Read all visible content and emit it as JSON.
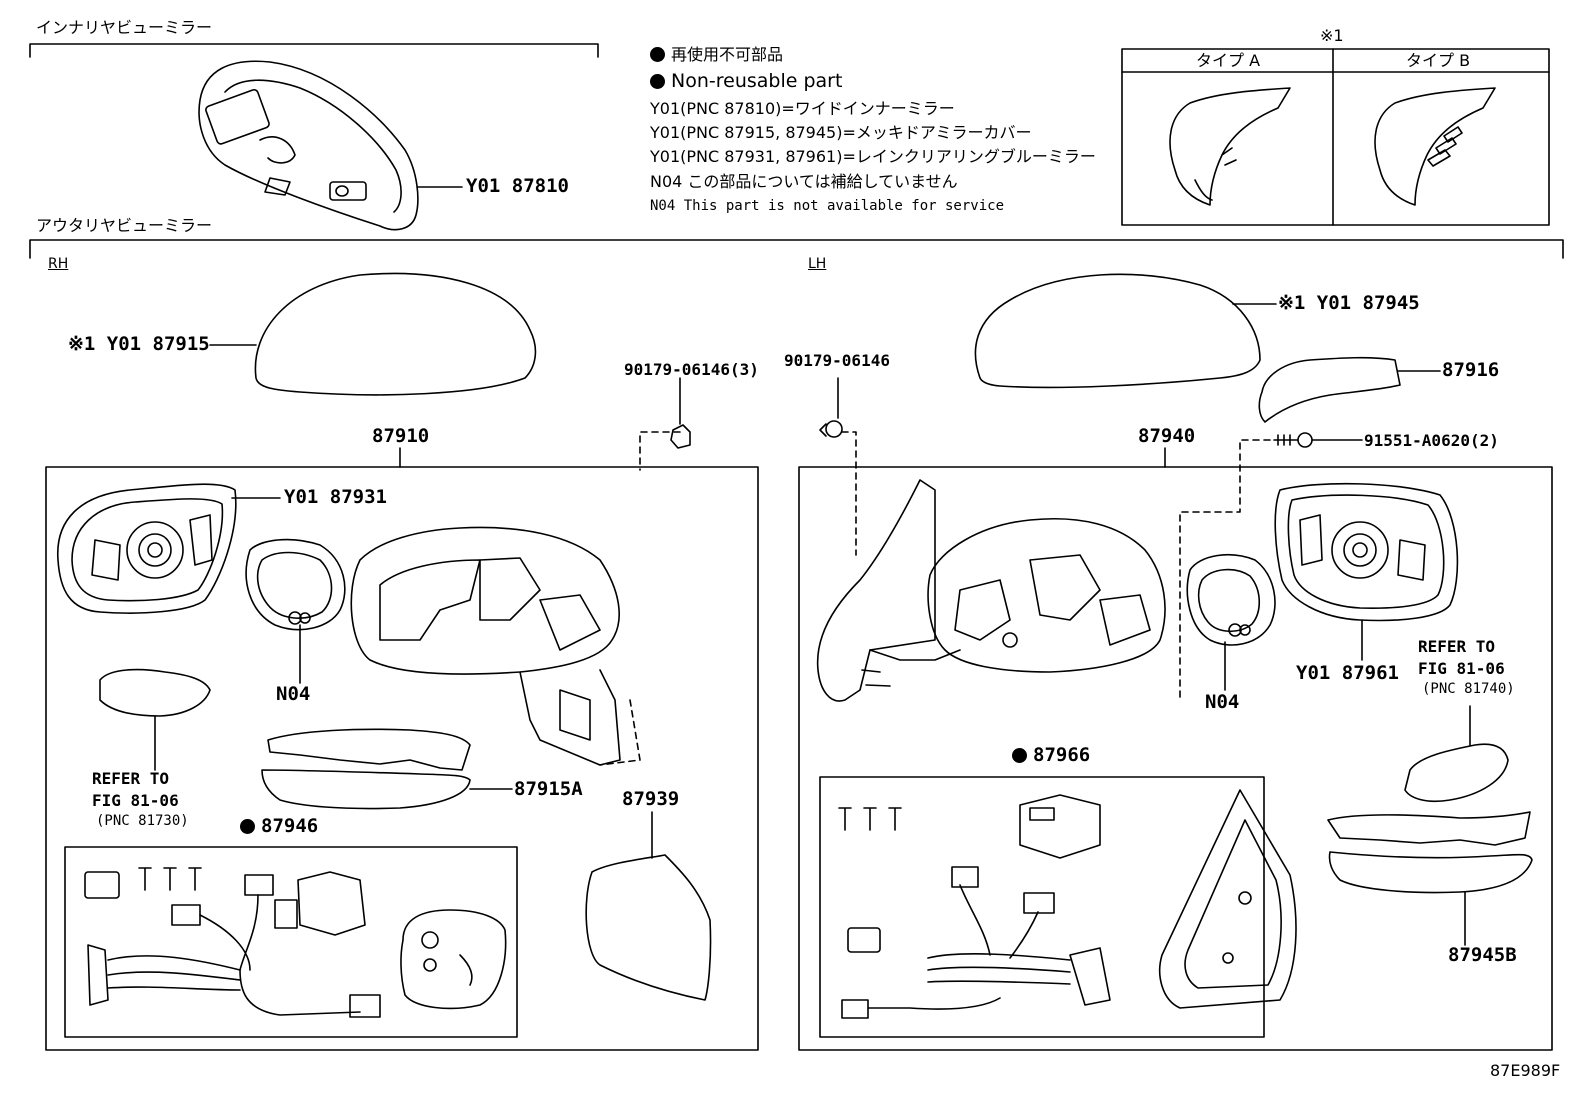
{
  "sections": {
    "inner": "インナリヤビューミラー",
    "outer": "アウタリヤビューミラー",
    "rh": "RH",
    "lh": "LH"
  },
  "legend": {
    "jp_nonreusable": "再使用不可部品",
    "en_nonreusable": "Non-reusable part",
    "y01_a": "Y01(PNC 87810)=ワイドインナーミラー",
    "y01_b": "Y01(PNC 87915, 87945)=メッキドアミラーカバー",
    "y01_c": "Y01(PNC 87931, 87961)=レインクリアリングブルーミラー",
    "n04_jp": "N04 この部品については補給していません",
    "n04_en": "N04 This part is not available for service"
  },
  "type_box": {
    "mark": "※1",
    "type_a": "タイプ A",
    "type_b": "タイプ B"
  },
  "labels": {
    "p87810": "Y01 87810",
    "p87915": "※1 Y01  87915",
    "p87945": "※1 Y01  87945",
    "p90179_3": "90179-06146(3)",
    "p90179": "90179-06146",
    "p87916": "87916",
    "p91551": "91551-A0620(2)",
    "p87910": "87910",
    "p87940": "87940",
    "p87931": "Y01 87931",
    "p87961": "Y01 87961",
    "n04_rh": "N04",
    "n04_lh": "N04",
    "refer_rh_1": "REFER TO",
    "refer_rh_2": "FIG 81-06",
    "refer_rh_3": "(PNC 81730)",
    "refer_lh_1": "REFER TO",
    "refer_lh_2": "FIG 81-06",
    "refer_lh_3": "(PNC 81740)",
    "p87915a": "87915A",
    "p87939": "87939",
    "p87946": "87946",
    "p87966": "87966",
    "p87945b": "87945B",
    "figure_id": "87E989F"
  }
}
